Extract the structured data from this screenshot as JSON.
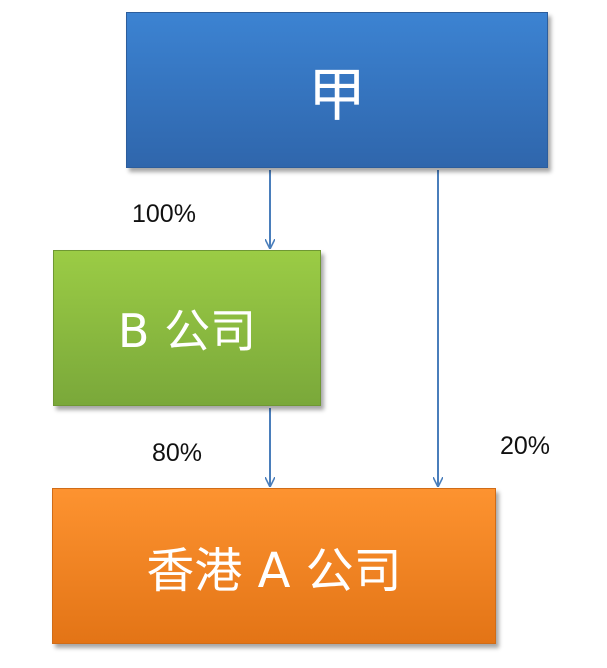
{
  "nodes": {
    "jia": "甲",
    "b_company": "B 公司",
    "hk_a_company": "香港 A 公司"
  },
  "edges": {
    "jia_to_b": "100%",
    "b_to_a": "80%",
    "jia_to_a": "20%"
  },
  "colors": {
    "jia_fill": "#3a7cc9",
    "b_fill": "#8dbb3f",
    "a_fill": "#f78a25",
    "arrow": "#4a7ebb"
  }
}
